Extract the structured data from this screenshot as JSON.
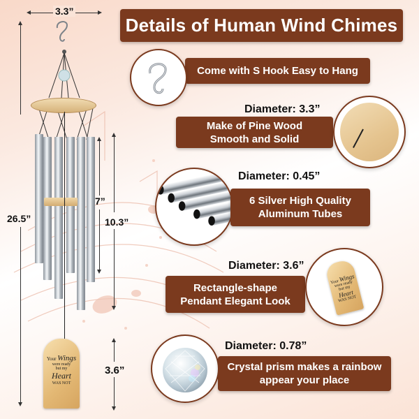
{
  "title": "Details of Human Wind Chimes",
  "colors": {
    "banner": "#7b3a1e",
    "banner_text": "#ffffff",
    "circle_border": "#7b3a1e",
    "dimension_text": "#111111"
  },
  "product_dimensions": {
    "top_width": "3.3”",
    "total_length": "26.5”",
    "short_tube": "7”",
    "long_tube": "10.3”",
    "pendant_height": "3.6”"
  },
  "pendant": {
    "line1": "Your",
    "line2": "Wings",
    "line3": "were ready",
    "line4": "but my",
    "line5": "Heart",
    "line6": "WAS NOT"
  },
  "features": [
    {
      "diameter": "",
      "text_line1": "Come with S Hook Easy to Hang",
      "text_line2": "",
      "icon": "s-hook-icon"
    },
    {
      "diameter": "Diameter: 3.3”",
      "text_line1": "Make of Pine Wood",
      "text_line2": "Smooth and Solid",
      "icon": "pine-wood-disc-icon"
    },
    {
      "diameter": "Diameter: 0.45”",
      "text_line1": "6 Silver High Quality",
      "text_line2": "Aluminum Tubes",
      "icon": "aluminum-tubes-icon"
    },
    {
      "diameter": "Diameter: 3.6”",
      "text_line1": "Rectangle-shape",
      "text_line2": "Pendant Elegant Look",
      "icon": "wooden-pendant-icon"
    },
    {
      "diameter": "Diameter: 0.78”",
      "text_line1": "Crystal prism makes a rainbow",
      "text_line2": "appear your place",
      "icon": "crystal-prism-icon"
    }
  ]
}
